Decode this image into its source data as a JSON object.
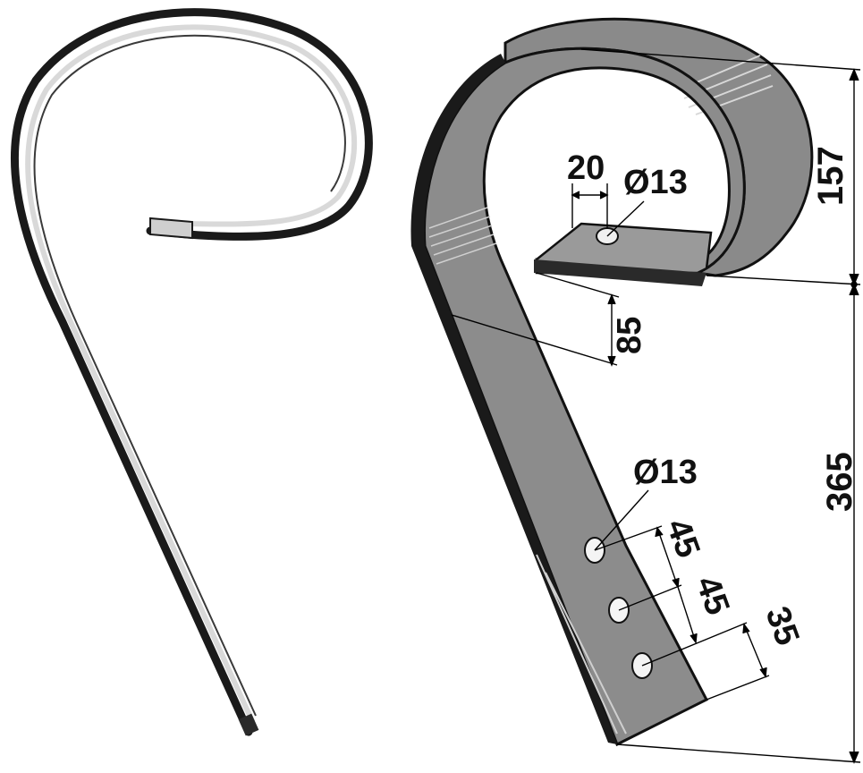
{
  "drawing": {
    "photo_part": "photo-spring-tine",
    "render_part": "rendered-spring-tine"
  },
  "dimensions": {
    "slot_spacing": "20",
    "top_hole_diameter": "Ø13",
    "curl_height": "157",
    "tab_offset": "85",
    "lower_hole_diameter": "Ø13",
    "hole_pitch_1": "45",
    "hole_pitch_2": "45",
    "end_distance": "35",
    "total_length": "365"
  },
  "colors": {
    "steel_dark": "#1a1a1a",
    "steel_face": "#8c8c8c",
    "steel_light": "#b5b5b5",
    "line": "#000000"
  }
}
